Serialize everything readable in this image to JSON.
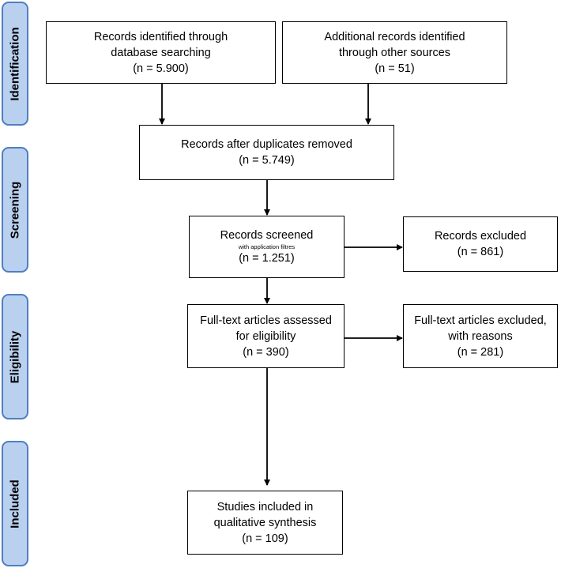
{
  "stages": {
    "identification": "Identification",
    "screening": "Screening",
    "eligibility": "Eligibility",
    "included": "Included"
  },
  "boxes": {
    "db_search": {
      "line1": "Records identified through",
      "line2": "database searching",
      "line3": "(n = 5.900)"
    },
    "other_sources": {
      "line1": "Additional records identified",
      "line2": "through other sources",
      "line3": "(n =  51)"
    },
    "after_dupes": {
      "line1": "Records after duplicates removed",
      "line2": "(n = 5.749)"
    },
    "screened": {
      "line1": "Records screened",
      "note": "with application filtres",
      "line3": "(n = 1.251)"
    },
    "excluded": {
      "line1": "Records excluded",
      "line2": "(n = 861)"
    },
    "fulltext": {
      "line1": "Full-text articles assessed",
      "line2": "for eligibility",
      "line3": "(n = 390)"
    },
    "fulltext_excluded": {
      "line1": "Full-text articles excluded,",
      "line2": "with reasons",
      "line3": "(n = 281)"
    },
    "included": {
      "line1": "Studies included in",
      "line2": "qualitative synthesis",
      "line3": "(n =  109)"
    }
  }
}
